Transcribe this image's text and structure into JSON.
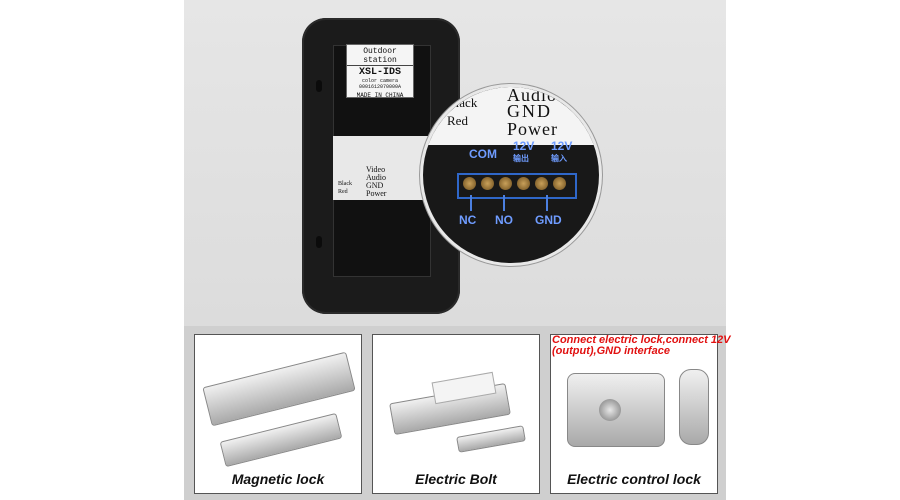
{
  "device": {
    "sticker": {
      "line1": "Outdoor station",
      "line2": "XSL-IDS",
      "line3": "color camera",
      "line4": "0001612070000A",
      "line5": "MADE IN CHINA"
    },
    "strip_labels": [
      "Video",
      "Audio",
      "GND",
      "Power"
    ],
    "strip_wire_colors": [
      "Black",
      "Red"
    ]
  },
  "zoom": {
    "wire_labels": {
      "audio": "Audio",
      "gnd": "GND",
      "power": "Power",
      "black": "Black",
      "red": "Red"
    },
    "top_terminals": {
      "com": "COM",
      "v12_out": "12V",
      "v12_out_sub": "输出",
      "v12_in": "12V",
      "v12_in_sub": "输入"
    },
    "bottom_terminals": {
      "nc": "NC",
      "no": "NO",
      "gnd": "GND"
    },
    "colors": {
      "terminal_label": "#6f9cff",
      "terminal_box": "#2f67c9"
    }
  },
  "cards": [
    {
      "caption": "Magnetic lock"
    },
    {
      "caption": "Electric Bolt"
    },
    {
      "caption": "Electric control lock"
    }
  ],
  "note": {
    "text": "Connect electric lock,connect 12V (output),GND interface",
    "color": "#e11010"
  }
}
